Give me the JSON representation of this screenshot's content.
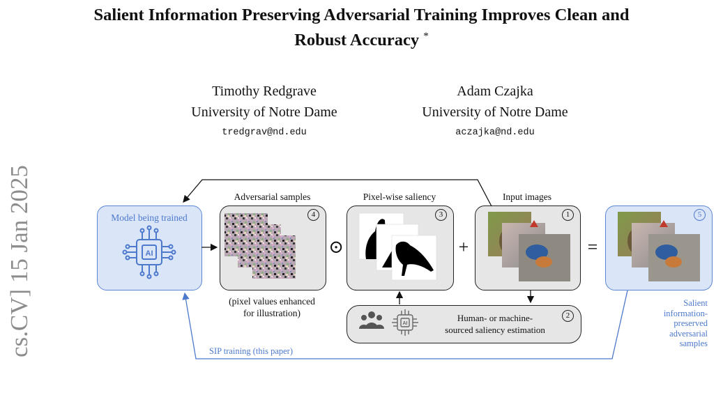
{
  "paper": {
    "title_line1": "Salient Information Preserving Adversarial Training Improves Clean and",
    "title_line2": "Robust Accuracy",
    "title_mark": "*",
    "authors": [
      {
        "name": "Timothy Redgrave",
        "affiliation": "University of Notre Dame",
        "email": "tredgrav@nd.edu"
      },
      {
        "name": "Adam Czajka",
        "affiliation": "University of Notre Dame",
        "email": "aczajka@nd.edu"
      }
    ],
    "arxiv_stamp": "cs.CV]  15 Jan 2025"
  },
  "figure": {
    "model_label": "Model being trained",
    "model_icon_text": "AI",
    "adv_label": "Adversarial samples",
    "adv_num": "4",
    "adv_caption_1": "(pixel values enhanced",
    "adv_caption_2": "for illustration)",
    "sal_label": "Pixel-wise saliency",
    "sal_num": "3",
    "input_label": "Input images",
    "input_num": "1",
    "result_num": "5",
    "result_caption": [
      "Salient",
      "information-",
      "preserved",
      "adversarial",
      "samples"
    ],
    "estimation_num": "2",
    "estimation_line1": "Human- or machine-",
    "estimation_line2": "sourced saliency estimation",
    "estimation_icon_text": "AI",
    "op_odot": "⊙",
    "op_plus": "+",
    "op_equals": "=",
    "sip_label": "SIP training (this paper)",
    "colors": {
      "blue": "#4d79cc",
      "blue_fill": "#dbe5f8",
      "gray_fill": "#e6e6e6"
    }
  }
}
